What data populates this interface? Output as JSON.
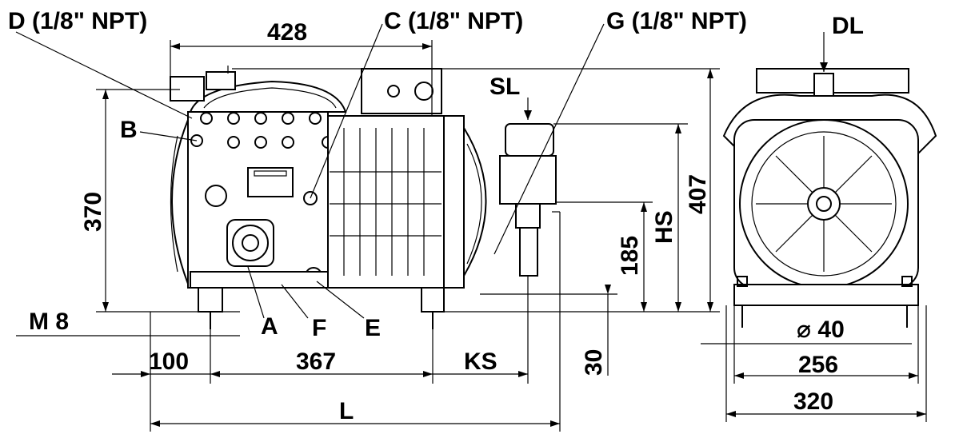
{
  "labels": {
    "d_port": "D (1/8\" NPT)",
    "c_port": "C (1/8\" NPT)",
    "g_port": "G (1/8\" NPT)",
    "dl": "DL",
    "sl": "SL",
    "b": "B",
    "a": "A",
    "f": "F",
    "e": "E",
    "m8": "M 8",
    "hs": "HS",
    "ks": "KS",
    "l": "L"
  },
  "dimensions": {
    "width_428": "428",
    "height_370": "370",
    "height_407": "407",
    "height_185": "185",
    "offset_100": "100",
    "span_367": "367",
    "height_30": "30",
    "diameter_40": "⌀ 40",
    "base_256": "256",
    "base_320": "320"
  }
}
